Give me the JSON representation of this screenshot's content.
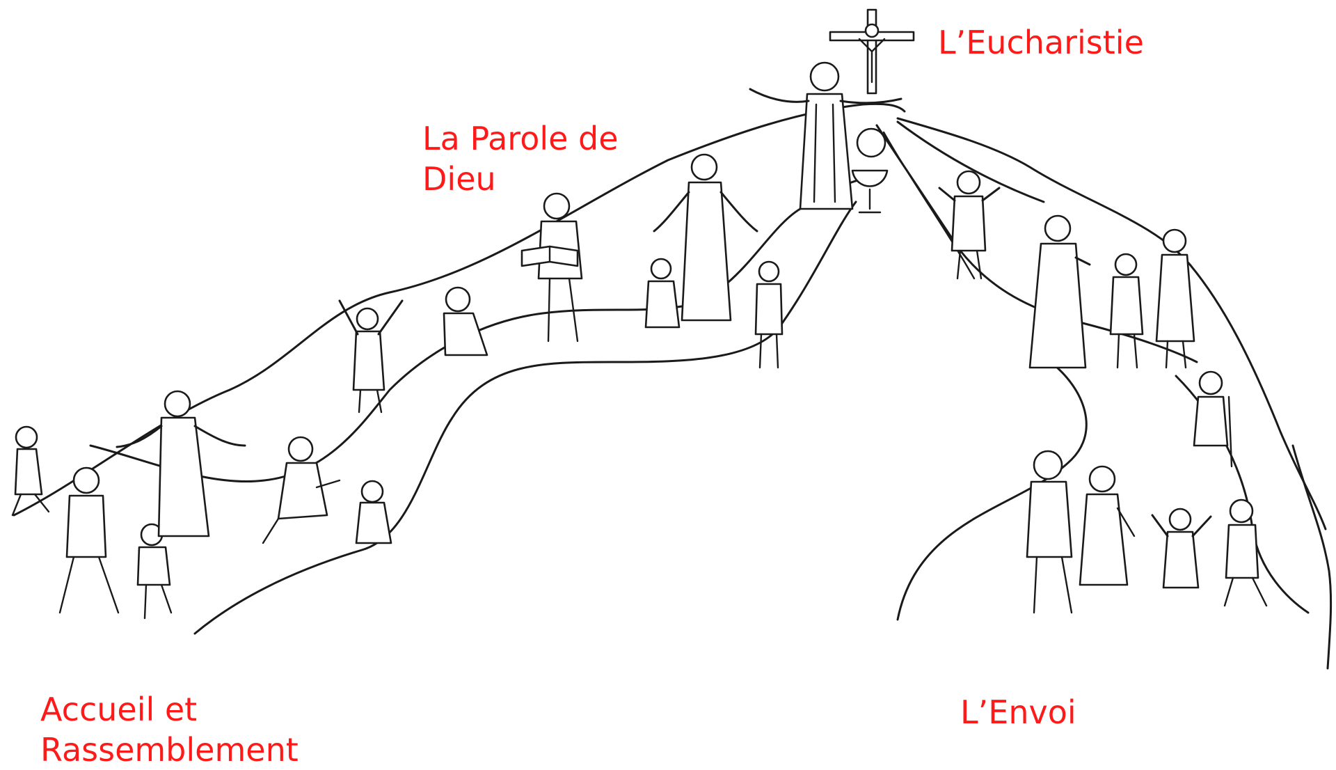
{
  "diagram": {
    "stages": [
      {
        "id": "accueil",
        "label": "Accueil et\nRassemblement"
      },
      {
        "id": "parole",
        "label": "La Parole de\nDieu"
      },
      {
        "id": "eucharistie",
        "label": "L’Eucharistie"
      },
      {
        "id": "envoi",
        "label": "L’Envoi"
      }
    ],
    "colors": {
      "label": "#ff1a1a",
      "ink": "#1a1a1a",
      "background": "#ffffff"
    },
    "icons": [
      "crucifix-icon",
      "chalice-icon",
      "host-icon",
      "open-book-icon"
    ]
  }
}
